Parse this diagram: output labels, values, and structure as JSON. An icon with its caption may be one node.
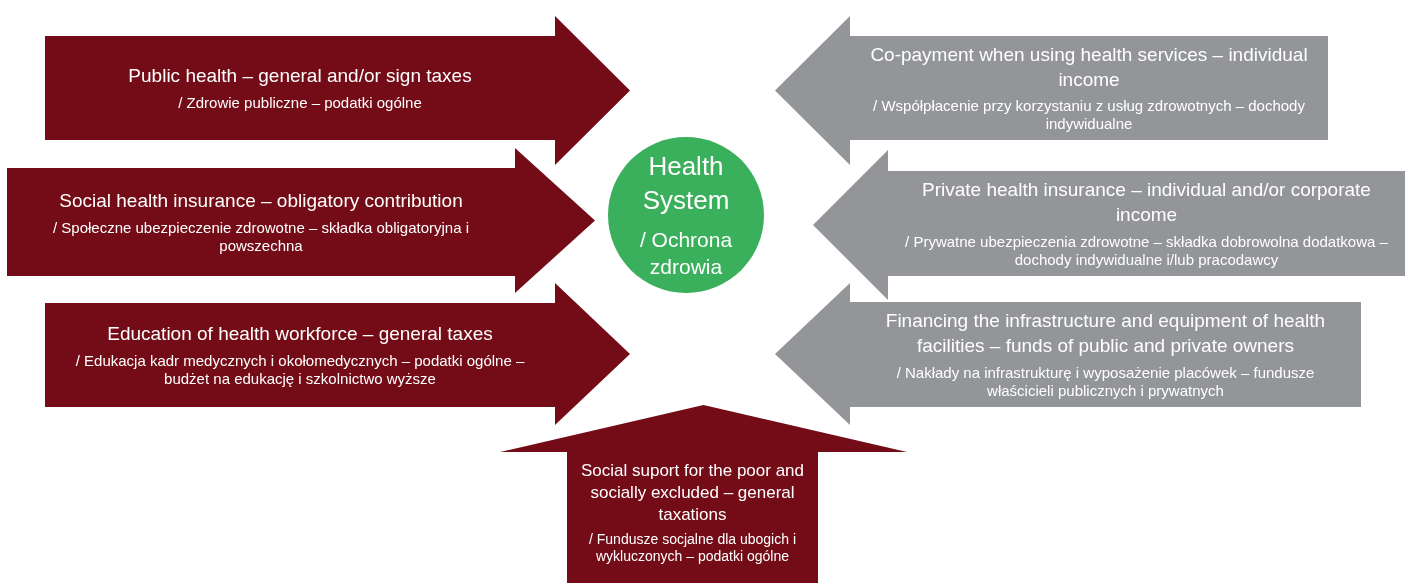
{
  "diagram": {
    "nodes": [
      {
        "text": [
          "Public health – general and/or sign taxes",
          "/ Zdrowie publiczne – podatki ogólne"
        ]
      },
      {
        "text": [
          "Co-payment when using health services – individual income",
          "/ Współpłacenie przy korzystaniu z usług zdrowotnych – dochody indywidualne"
        ]
      },
      {
        "text": [
          "Social health insurance – obligatory contribution",
          "/ Społeczne ubezpieczenie zdrowotne – składka obligatoryjna i powszechna"
        ]
      },
      {
        "text": [
          "Health System",
          "/ Ochrona zdrowia"
        ]
      },
      {
        "text": [
          "Private health insurance – individual and/or corporate income",
          "/ Prywatne ubezpieczenia zdrowotne – składka dobrowolna dodatkowa – dochody indywidualne i/lub pracodawcy"
        ]
      },
      {
        "text": [
          "Education of health workforce – general taxes",
          "/ Edukacja kadr medycznych i okołomedycznych – podatki ogólne – budżet na edukację i szkolnictwo wyższe"
        ]
      },
      {
        "text": [
          "Financing the infrastructure and equipment of health facilities – funds of public and private owners",
          "/ Nakłady na infrastrukturę i wyposażenie placówek – fundusze właścicieli publicznych i prywatnych"
        ]
      },
      {
        "text": [
          "Social suport for the poor and socially excluded – general taxations",
          "/ Fundusze socjalne dla ubogich i wykluczonych – podatki ogólne"
        ]
      }
    ]
  }
}
